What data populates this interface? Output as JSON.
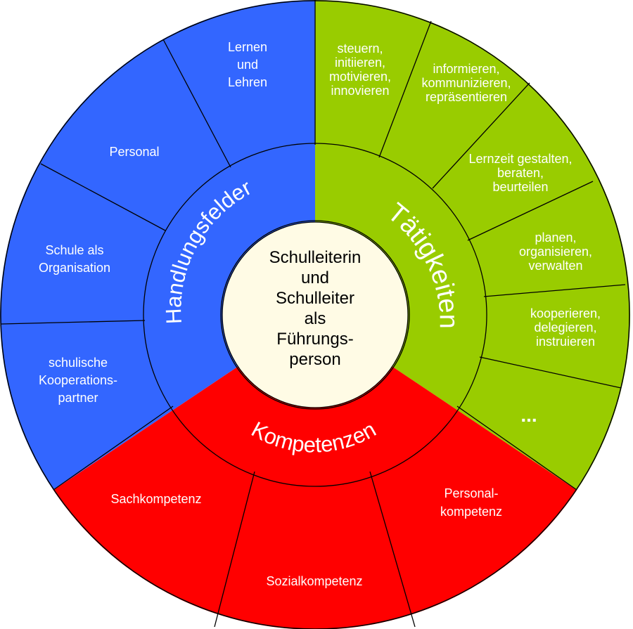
{
  "colors": {
    "blue": "#3366ff",
    "green": "#99cc00",
    "red": "#ff0000",
    "center": "#fffbe5",
    "outline": "#000000"
  },
  "center": {
    "lines": [
      "Schulleiterin",
      "und",
      "Schulleiter",
      "als",
      "Führungs-",
      "person"
    ]
  },
  "rings": {
    "handlungsfelder": "Handlungsfelder",
    "taetigkeiten": "Tätigkeiten",
    "kompetenzen": "Kompetenzen"
  },
  "handlungsfelder": [
    {
      "lines": [
        "Lernen",
        "und",
        "Lehren"
      ]
    },
    {
      "lines": [
        "Personal"
      ]
    },
    {
      "lines": [
        "Schule als",
        "Organisation"
      ]
    },
    {
      "lines": [
        "schulische",
        "Kooperations-",
        "partner"
      ]
    }
  ],
  "taetigkeiten": [
    {
      "lines": [
        "steuern,",
        "initiieren,",
        "motivieren,",
        "innovieren"
      ]
    },
    {
      "lines": [
        "informieren,",
        "kommunizieren,",
        "repräsentieren"
      ]
    },
    {
      "lines": [
        "Lernzeit gestalten,",
        "beraten,",
        "beurteilen"
      ]
    },
    {
      "lines": [
        "planen,",
        "organisieren,",
        "verwalten"
      ]
    },
    {
      "lines": [
        "kooperieren,",
        "delegieren,",
        "instruieren"
      ]
    },
    {
      "lines": [
        "..."
      ]
    }
  ],
  "kompetenzen": [
    {
      "lines": [
        "Sachkompetenz"
      ]
    },
    {
      "lines": [
        "Sozialkompetenz"
      ]
    },
    {
      "lines": [
        "Personal-",
        "kompetenz"
      ]
    }
  ]
}
